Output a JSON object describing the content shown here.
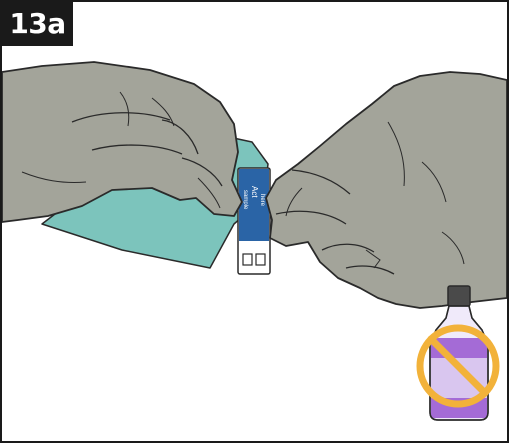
{
  "panel": {
    "step_label": "13a"
  },
  "illustration": {
    "test_card_text": [
      "Act",
      "sample",
      "here"
    ],
    "icons": [
      "left-hand",
      "right-hand",
      "wipe",
      "test-card",
      "alcohol-bottle",
      "prohibited-sign"
    ]
  },
  "colors": {
    "glove": "#a3a49a",
    "glove_outline": "#2a2a2a",
    "wipe": "#7cc4bc",
    "card_blue": "#2a64a6",
    "bottle_purple": "#a46bd6",
    "bottle_cap": "#4a4a4a",
    "prohibited": "#f2b23a",
    "badge_bg": "#1a1a1a",
    "badge_text": "#ffffff"
  }
}
